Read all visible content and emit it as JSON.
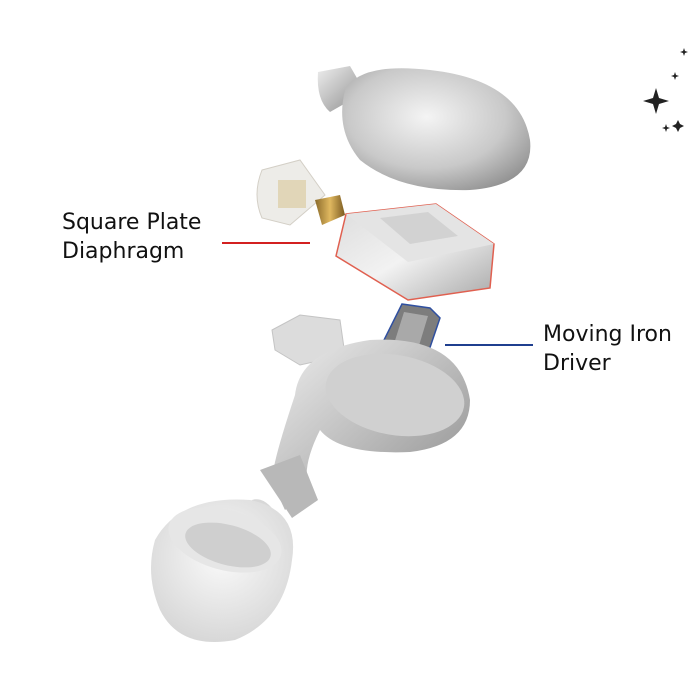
{
  "labels": {
    "square_plate": {
      "line1": "Square Plate",
      "line2": "Diaphragm",
      "color": "#d32020"
    },
    "moving_iron": {
      "line1": "Moving Iron",
      "line2": "Driver",
      "color": "#1f3f8f"
    }
  },
  "parts": [
    "top-shell",
    "cable-connector",
    "square-plate-diaphragm",
    "moving-iron-driver",
    "lower-housing",
    "filter-disk",
    "ear-tip"
  ],
  "icons": [
    "sparkle-icon"
  ]
}
